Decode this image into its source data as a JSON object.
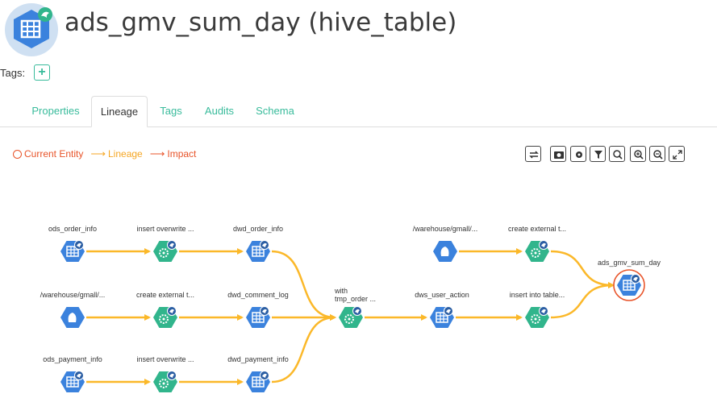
{
  "header": {
    "title": "ads_gmv_sum_day (hive_table)",
    "icon": "table-icon"
  },
  "tags": {
    "label": "Tags:",
    "add_label": "+"
  },
  "tabs": [
    {
      "label": "Properties",
      "active": false
    },
    {
      "label": "Lineage",
      "active": true
    },
    {
      "label": "Tags",
      "active": false
    },
    {
      "label": "Audits",
      "active": false
    },
    {
      "label": "Schema",
      "active": false
    }
  ],
  "legend": {
    "current_entity": "Current Entity",
    "lineage": "Lineage",
    "impact": "Impact",
    "current_color": "#e8542a",
    "lineage_color": "#f5a623",
    "impact_color": "#e8542a"
  },
  "toolbar": [
    "refresh-icon",
    "camera-icon",
    "gear-icon",
    "filter-icon",
    "search-icon",
    "zoom-in-icon",
    "zoom-out-icon",
    "fullscreen-icon"
  ],
  "graph": {
    "edge_color": "#fbb829",
    "table_color": "#3b82dd",
    "process_color": "#31b58c",
    "nodes": [
      {
        "id": "n1",
        "label": "ods_order_info",
        "kind": "table"
      },
      {
        "id": "n2",
        "label": "insert overwrite ...",
        "kind": "process"
      },
      {
        "id": "n3",
        "label": "dwd_order_info",
        "kind": "table"
      },
      {
        "id": "n4",
        "label": "/warehouse/gmall/...",
        "kind": "hdfs"
      },
      {
        "id": "n5",
        "label": "create external t...",
        "kind": "process"
      },
      {
        "id": "n6",
        "label": "dwd_comment_log",
        "kind": "table"
      },
      {
        "id": "n7",
        "label": "ods_payment_info",
        "kind": "table"
      },
      {
        "id": "n8",
        "label": "insert overwrite ...",
        "kind": "process"
      },
      {
        "id": "n9",
        "label": "dwd_payment_info",
        "kind": "table"
      },
      {
        "id": "n10",
        "label": "with\ntmp_order ...",
        "kind": "process"
      },
      {
        "id": "n11",
        "label": "dws_user_action",
        "kind": "table"
      },
      {
        "id": "n12",
        "label": "/warehouse/gmall/...",
        "kind": "hdfs"
      },
      {
        "id": "n13",
        "label": "create external t...",
        "kind": "process"
      },
      {
        "id": "n14",
        "label": "insert into table...",
        "kind": "process"
      },
      {
        "id": "n15",
        "label": "ads_gmv_sum_day",
        "kind": "table",
        "current": true
      }
    ],
    "edges": [
      [
        "n1",
        "n2"
      ],
      [
        "n2",
        "n3"
      ],
      [
        "n3",
        "n10"
      ],
      [
        "n4",
        "n5"
      ],
      [
        "n5",
        "n6"
      ],
      [
        "n6",
        "n10"
      ],
      [
        "n7",
        "n8"
      ],
      [
        "n8",
        "n9"
      ],
      [
        "n9",
        "n10"
      ],
      [
        "n10",
        "n11"
      ],
      [
        "n11",
        "n14"
      ],
      [
        "n14",
        "n15"
      ],
      [
        "n12",
        "n13"
      ],
      [
        "n13",
        "n15"
      ]
    ]
  }
}
